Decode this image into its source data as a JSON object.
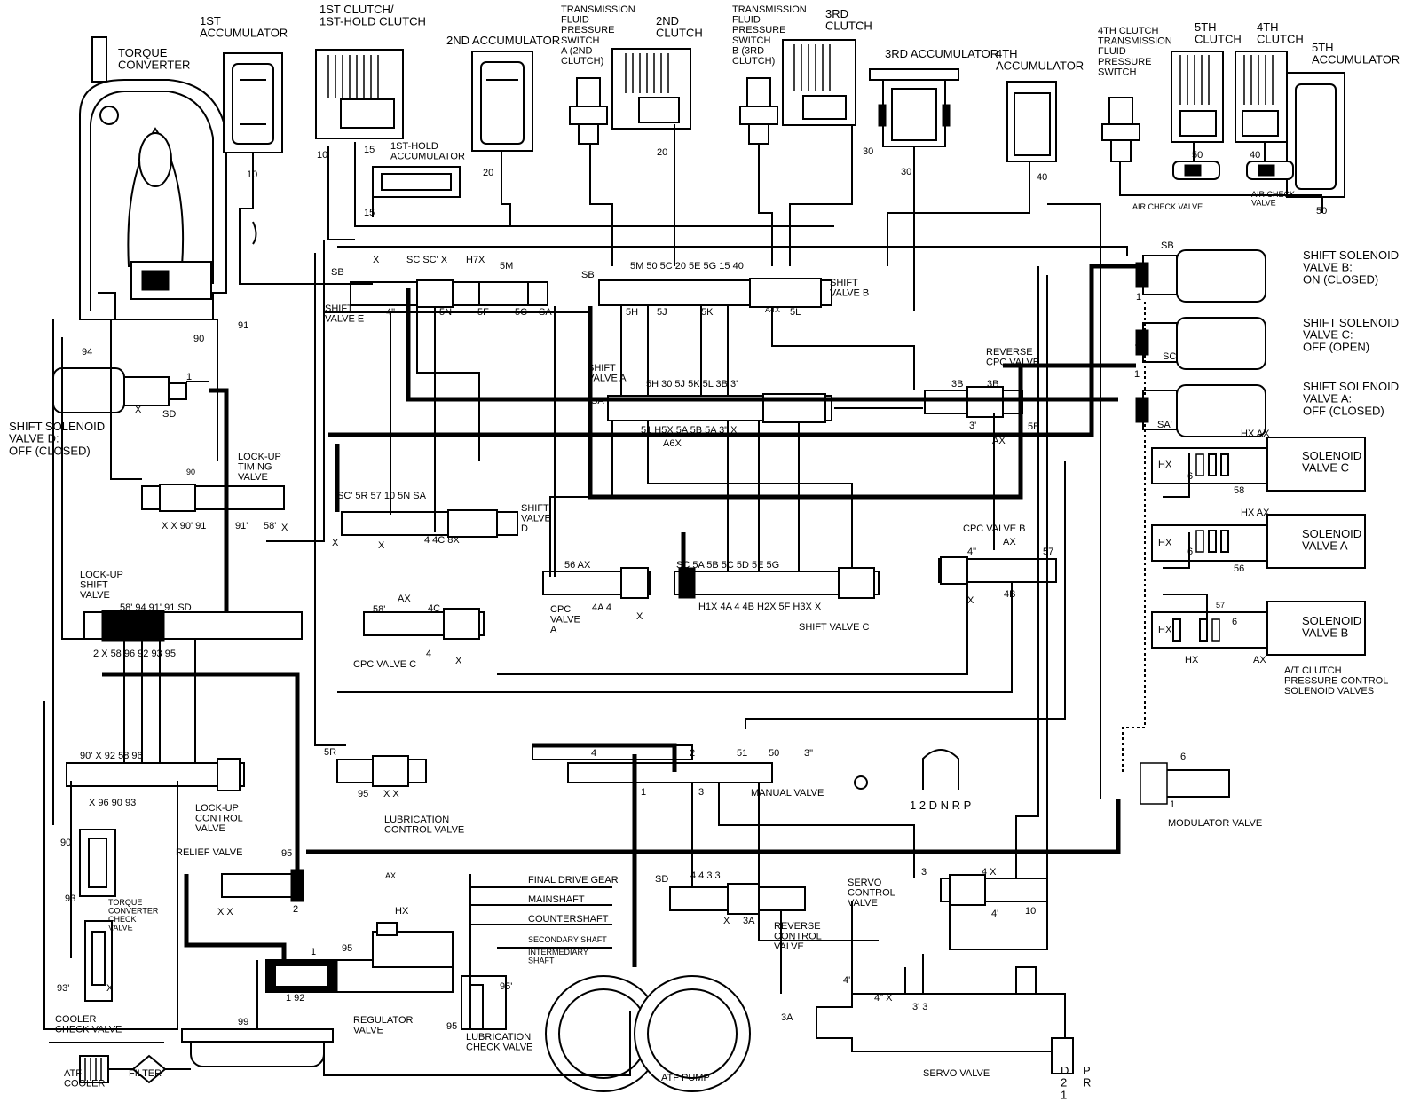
{
  "components": {
    "torque_converter": "TORQUE\nCONVERTER",
    "acc1": "1ST\nACCUMULATOR",
    "clutch1": "1ST CLUTCH/\n1ST-HOLD CLUTCH",
    "acc2": "2ND ACCUMULATOR",
    "tfps_a": "TRANSMISSION\nFLUID\nPRESSURE\nSWITCH\nA (2ND\nCLUTCH)",
    "clutch2": "2ND\nCLUTCH",
    "tfps_b": "TRANSMISSION\nFLUID\nPRESSURE\nSWITCH\nB (3RD\nCLUTCH)",
    "clutch3": "3RD\nCLUTCH",
    "acc3": "3RD ACCUMULATOR",
    "acc4": "4TH\nACCUMULATOR",
    "tfps_4": "4TH CLUTCH\nTRANSMISSION\nFLUID\nPRESSURE\nSWITCH",
    "clutch5": "5TH\nCLUTCH",
    "clutch4": "4TH\nCLUTCH",
    "acc5": "5TH\nACCUMULATOR",
    "acc1hold": "1ST-HOLD\nACCUMULATOR",
    "air_check_1": "AIR CHECK VALVE",
    "air_check_2": "AIR CHECK\nVALVE",
    "ssv_b": "SHIFT SOLENOID\nVALVE B:\nON (CLOSED)",
    "ssv_c": "SHIFT SOLENOID\nVALVE C:\nOFF (OPEN)",
    "ssv_a": "SHIFT SOLENOID\nVALVE A:\nOFF (CLOSED)",
    "ssv_d": "SHIFT SOLENOID\nVALVE D:\nOFF (CLOSED)",
    "sol_c": "SOLENOID\nVALVE C",
    "sol_a": "SOLENOID\nVALVE A",
    "sol_b": "SOLENOID\nVALVE B",
    "atclutch": "A/T CLUTCH\nPRESSURE CONTROL\nSOLENOID VALVES",
    "shift_valve_e": "SHIFT\nVALVE E",
    "shift_valve_b": "SHIFT\nVALVE B",
    "shift_valve_a": "SHIFT\nVALVE A",
    "reverse_cpc": "REVERSE\nCPC VALVE",
    "shift_valve_d": "SHIFT\nVALVE\nD",
    "shift_valve_c": "SHIFT VALVE C",
    "cpc_valve_a": "CPC\nVALVE\nA",
    "cpc_valve_b": "CPC VALVE B",
    "cpc_valve_c": "CPC VALVE C",
    "lockup_timing": "LOCK-UP\nTIMING\nVALVE",
    "lockup_shift": "LOCK-UP\nSHIFT\nVALVE",
    "lockup_control": "LOCK-UP\nCONTROL\nVALVE",
    "lubrication_control": "LUBRICATION\nCONTROL VALVE",
    "relief_valve": "RELIEF VALVE",
    "tc_check": "TORQUE\nCONVERTER\nCHECK\nVALVE",
    "manual_valve": "MANUAL VALVE",
    "modulator_valve": "MODULATOR VALVE",
    "final_drive": "FINAL DRIVE GEAR",
    "mainshaft": "MAINSHAFT",
    "countershaft": "COUNTERSHAFT",
    "secondary_shaft": "SECONDARY SHAFT",
    "intermediary_shaft": "INTERMEDIARY\nSHAFT",
    "regulator_valve": "REGULATOR\nVALVE",
    "lubrication_check": "LUBRICATION\nCHECK VALVE",
    "servo_control": "SERVO\nCONTROL\nVALVE",
    "reverse_control": "REVERSE\nCONTROL\nVALVE",
    "servo_valve": "SERVO VALVE",
    "atf_pump": "ATF PUMP",
    "cooler_check": "COOLER\nCHECK VALVE",
    "atf_cooler": "ATF\nCOOLER",
    "filter": "FILTER",
    "gear_positions": "1 2 D N R   P",
    "servo_d21": "D\n2\n1",
    "servo_pr": "P\nR"
  },
  "ports": [
    {
      "id": "p10a",
      "t": "10"
    },
    {
      "id": "p10b",
      "t": "10"
    },
    {
      "id": "p15a",
      "t": "15"
    },
    {
      "id": "p15b",
      "t": "15"
    },
    {
      "id": "p20a",
      "t": "20"
    },
    {
      "id": "p20b",
      "t": "20"
    },
    {
      "id": "p30a",
      "t": "30"
    },
    {
      "id": "p30b",
      "t": "30"
    },
    {
      "id": "p40a",
      "t": "40"
    },
    {
      "id": "p40b",
      "t": "40"
    },
    {
      "id": "p50a",
      "t": "50"
    },
    {
      "id": "p50b",
      "t": "50"
    },
    {
      "id": "p91",
      "t": "91"
    },
    {
      "id": "p90",
      "t": "90"
    },
    {
      "id": "p94",
      "t": "94"
    },
    {
      "id": "psd1",
      "t": "SD"
    },
    {
      "id": "px1",
      "t": "X"
    },
    {
      "id": "p1a",
      "t": "1"
    },
    {
      "id": "se_sb",
      "t": "SB"
    },
    {
      "id": "se_x",
      "t": "X"
    },
    {
      "id": "se_sc",
      "t": "SC SC' X"
    },
    {
      "id": "se_h7x",
      "t": "H7X"
    },
    {
      "id": "se_5m",
      "t": "5M"
    },
    {
      "id": "se_4q",
      "t": "4\""
    },
    {
      "id": "se_5n",
      "t": "5N"
    },
    {
      "id": "se_5f",
      "t": "5F"
    },
    {
      "id": "se_5c",
      "t": "5C"
    },
    {
      "id": "se_sa",
      "t": "SA"
    },
    {
      "id": "sb_sb",
      "t": "SB"
    },
    {
      "id": "sb_top",
      "t": "5M  50 5C 20  5E 5G  15   40"
    },
    {
      "id": "sb_5h",
      "t": "5H"
    },
    {
      "id": "sb_5j",
      "t": "5J"
    },
    {
      "id": "sb_5k",
      "t": "5K"
    },
    {
      "id": "sb_a4x",
      "t": "A4X"
    },
    {
      "id": "sb_5l",
      "t": "5L"
    },
    {
      "id": "sa_sa",
      "t": "SA"
    },
    {
      "id": "sa_top",
      "t": "5H    30     5J   5K   5L  3B  3'"
    },
    {
      "id": "sa_bot",
      "t": "51    H5X     5A   5B   5A   3\"   X"
    },
    {
      "id": "sa_a6x",
      "t": "A6X"
    },
    {
      "id": "rc_3b",
      "t": "3B"
    },
    {
      "id": "rc_3b2",
      "t": "3B"
    },
    {
      "id": "rc_3p",
      "t": "3'"
    },
    {
      "id": "rc_ax",
      "t": "AX"
    },
    {
      "id": "rc_5b",
      "t": "5B"
    },
    {
      "id": "sb_port",
      "t": "SB"
    },
    {
      "id": "sc_port",
      "t": "SC'"
    },
    {
      "id": "sa_port",
      "t": "SA'"
    },
    {
      "id": "s1a",
      "t": "1"
    },
    {
      "id": "s1b",
      "t": "1"
    },
    {
      "id": "s1c",
      "t": "1"
    },
    {
      "id": "hxax1",
      "t": "HX AX"
    },
    {
      "id": "hx1",
      "t": "HX"
    },
    {
      "id": "six1",
      "t": "6"
    },
    {
      "id": "p58a",
      "t": "58"
    },
    {
      "id": "hxax2",
      "t": "HX AX"
    },
    {
      "id": "hx2",
      "t": "HX"
    },
    {
      "id": "six2",
      "t": "6"
    },
    {
      "id": "p56a",
      "t": "56"
    },
    {
      "id": "hx3",
      "t": "HX"
    },
    {
      "id": "six3",
      "t": "6"
    },
    {
      "id": "p57a",
      "t": "57"
    },
    {
      "id": "hx3b",
      "t": "HX"
    },
    {
      "id": "ax3b",
      "t": "AX"
    },
    {
      "id": "lt_90",
      "t": "90"
    },
    {
      "id": "lt_xx",
      "t": "X X  90' 91"
    },
    {
      "id": "lt_91p",
      "t": "91'"
    },
    {
      "id": "lt_58",
      "t": "58'"
    },
    {
      "id": "lt_x",
      "t": "X"
    },
    {
      "id": "sd_top",
      "t": "SC'      5R 57   10  5N    SA"
    },
    {
      "id": "sd_x1",
      "t": "X"
    },
    {
      "id": "sd_x2",
      "t": "X"
    },
    {
      "id": "sd_bot",
      "t": "4    4C   8X"
    },
    {
      "id": "cpca_top",
      "t": "56   AX"
    },
    {
      "id": "cpca_bot",
      "t": "4A   4"
    },
    {
      "id": "cpca_x",
      "t": "X"
    },
    {
      "id": "sc_top",
      "t": "SC      5A  5B  5C  5D   5E    5G"
    },
    {
      "id": "sc_bot",
      "t": "H1X    4A    4     4B  H2X  5F  H3X  X"
    },
    {
      "id": "cpcb_4q",
      "t": "4\""
    },
    {
      "id": "cpcb_ax",
      "t": "AX"
    },
    {
      "id": "cpcb_57",
      "t": "57"
    },
    {
      "id": "cpcb_x",
      "t": "X"
    },
    {
      "id": "cpcb_4b",
      "t": "4B"
    },
    {
      "id": "ls_top",
      "t": "58'   94   91'   91      SD"
    },
    {
      "id": "ls_bot",
      "t": "2   X  58   96   92   93   95"
    },
    {
      "id": "cpcc_ax",
      "t": "AX"
    },
    {
      "id": "cpcc_4c",
      "t": "4C"
    },
    {
      "id": "cpcc_58",
      "t": "58'"
    },
    {
      "id": "cpcc_4",
      "t": "4"
    },
    {
      "id": "cpcc_x",
      "t": "X"
    },
    {
      "id": "lc_top",
      "t": "90'  X  92       58  96"
    },
    {
      "id": "lc_bot",
      "t": "X    96   90   93"
    },
    {
      "id": "lub_5r",
      "t": "5R"
    },
    {
      "id": "lub_95",
      "t": "95"
    },
    {
      "id": "lub_xx",
      "t": "X    X"
    },
    {
      "id": "mv_4",
      "t": "4"
    },
    {
      "id": "mv_2",
      "t": "2"
    },
    {
      "id": "mv_51",
      "t": "51"
    },
    {
      "id": "mv_50",
      "t": "50"
    },
    {
      "id": "mv_3q",
      "t": "3\""
    },
    {
      "id": "mv_1",
      "t": "1"
    },
    {
      "id": "mv_3",
      "t": "3"
    },
    {
      "id": "mod_6",
      "t": "6"
    },
    {
      "id": "mod_1",
      "t": "1"
    },
    {
      "id": "rv_95",
      "t": "95"
    },
    {
      "id": "rv_2",
      "t": "2"
    },
    {
      "id": "rv_x",
      "t": "X    X"
    },
    {
      "id": "tc_90",
      "t": "90"
    },
    {
      "id": "tc_93",
      "t": "93"
    },
    {
      "id": "tc_93p",
      "t": "93'"
    },
    {
      "id": "tc_x",
      "t": "X"
    },
    {
      "id": "reg_ax",
      "t": "AX"
    },
    {
      "id": "reg_hx",
      "t": "HX"
    },
    {
      "id": "reg_95",
      "t": "95"
    },
    {
      "id": "reg_1",
      "t": "1"
    },
    {
      "id": "reg_192",
      "t": "1  92"
    },
    {
      "id": "lch_95",
      "t": "95'"
    },
    {
      "id": "lch_95b",
      "t": "95"
    },
    {
      "id": "rcv_sd",
      "t": "SD"
    },
    {
      "id": "rcv_4",
      "t": "4      4    3    3"
    },
    {
      "id": "rcv_x",
      "t": "X"
    },
    {
      "id": "rcv_3a",
      "t": "3A"
    },
    {
      "id": "scv_3",
      "t": "3"
    },
    {
      "id": "scv_4",
      "t": "4   X"
    },
    {
      "id": "scv_4p",
      "t": "4'"
    },
    {
      "id": "scv_10",
      "t": "10"
    },
    {
      "id": "sv_4p",
      "t": "4'"
    },
    {
      "id": "sv_3a",
      "t": "3A"
    },
    {
      "id": "sv_4q",
      "t": "4\"  X"
    },
    {
      "id": "sv_3",
      "t": "3'  3"
    },
    {
      "id": "cool_99",
      "t": "99"
    }
  ]
}
